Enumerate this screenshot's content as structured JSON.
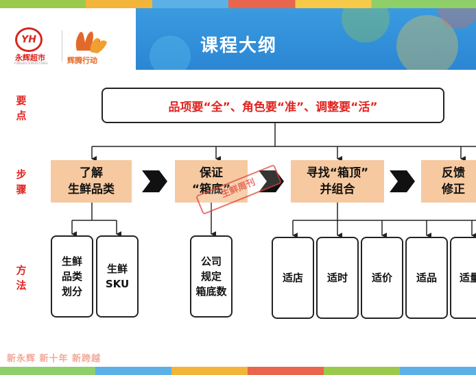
{
  "header": {
    "title": "课程大纲",
    "logo_badge": "YH",
    "logo_name": "永辉超市",
    "logo_sub": "YONGHUI SUPERSTORES",
    "campaign_name": "辉腾行动"
  },
  "side_labels": {
    "points": [
      "要",
      "点"
    ],
    "steps": [
      "步",
      "骤"
    ],
    "methods": [
      "方",
      "法"
    ]
  },
  "key_point": "品项要“全”、角色要“准”、调整要“活”",
  "steps": [
    {
      "line1": "了解",
      "line2": "生鲜品类"
    },
    {
      "line1": "保证",
      "line2": "“箱底”"
    },
    {
      "line1": "寻找“箱顶”",
      "line2": "并组合"
    },
    {
      "line1": "反馈",
      "line2": "修正"
    }
  ],
  "stamp_text": "生鲜周刊",
  "methods": {
    "step1": [
      {
        "lines": [
          "生鲜",
          "品类",
          "划分"
        ]
      },
      {
        "lines": [
          "生鲜",
          "SKU"
        ]
      }
    ],
    "step2": [
      {
        "lines": [
          "公司",
          "规定",
          "箱底数"
        ]
      }
    ],
    "step3": [
      {
        "lines": [
          "适店"
        ]
      },
      {
        "lines": [
          "适时"
        ]
      },
      {
        "lines": [
          "适价"
        ]
      },
      {
        "lines": [
          "适品"
        ]
      },
      {
        "lines": [
          "适量"
        ]
      }
    ]
  },
  "footer_slogan": "新永辉 新十年 新跨越",
  "colors": {
    "accent_red": "#e02420",
    "step_fill": "#f6c9a0",
    "title_blue": "#2b86d3"
  }
}
